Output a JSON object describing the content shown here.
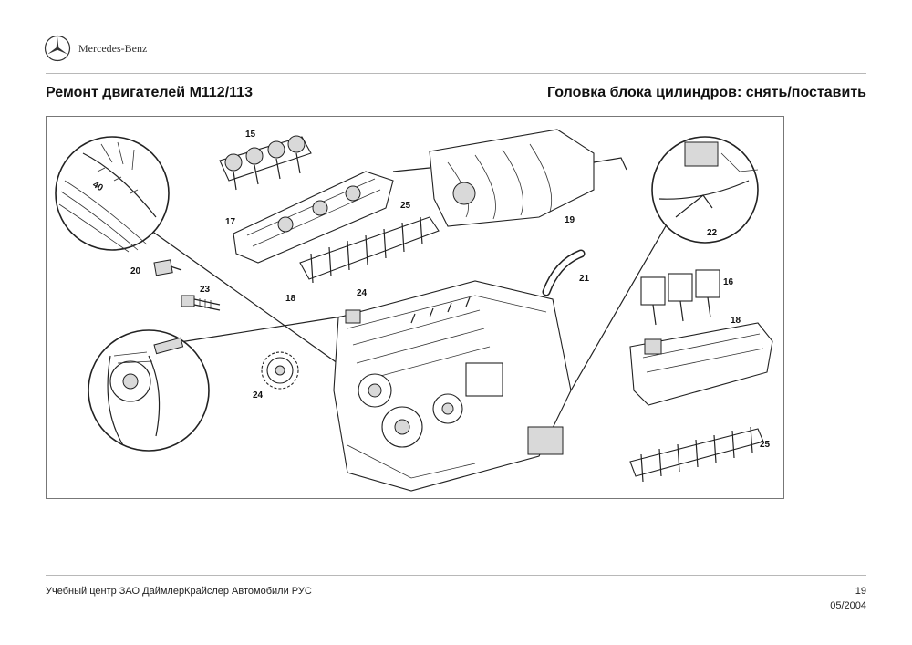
{
  "header": {
    "brand_name": "Mercedes-Benz",
    "left_title": "Ремонт двигателей М112/113",
    "right_title": "Головка блока цилиндров: снять/поставить"
  },
  "figure": {
    "callouts": {
      "c15": "15",
      "c17": "17",
      "c25a": "25",
      "c19": "19",
      "c22": "22",
      "c20": "20",
      "c23": "23",
      "c18a": "18",
      "c24a": "24",
      "c21": "21",
      "c16": "16",
      "c18b": "18",
      "c24b": "24",
      "c25b": "25"
    },
    "scale_mark": "40"
  },
  "footer": {
    "organization": "Учебный центр ЗАО ДаймлерКрайслер Автомобили РУС",
    "page_number": "19",
    "date": "05/2004"
  }
}
